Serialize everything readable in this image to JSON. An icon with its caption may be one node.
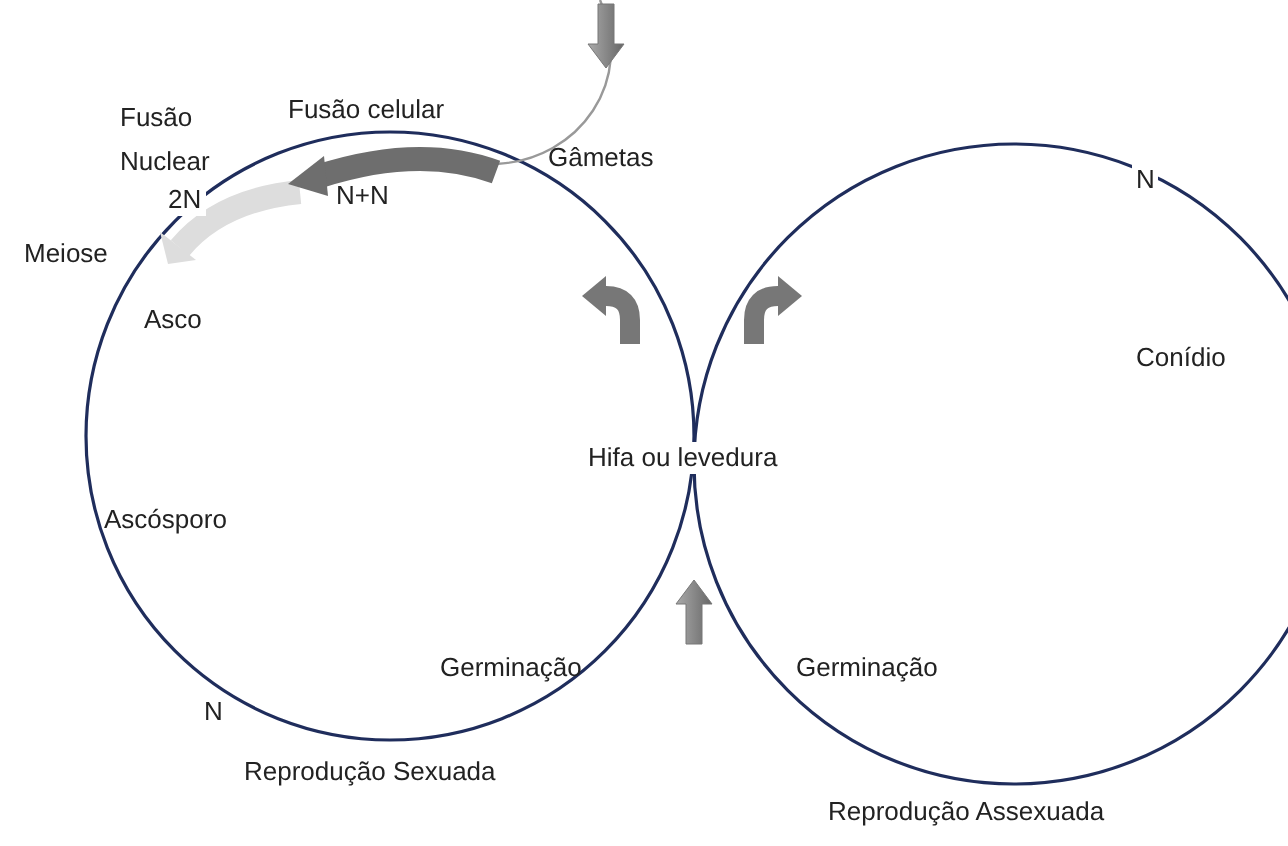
{
  "diagram": {
    "labels": [
      "Fusão Nuclear",
      "Fusão celular",
      "Gâmetas",
      "2N",
      "N+N",
      "N",
      "Meiose",
      "Asco",
      "Conídio",
      "Hifa ou levedura",
      "Ascósporo",
      "Germinação",
      "Germinação",
      "N",
      "Reprodução Sexuada",
      "Reprodução Assexuada"
    ]
  }
}
